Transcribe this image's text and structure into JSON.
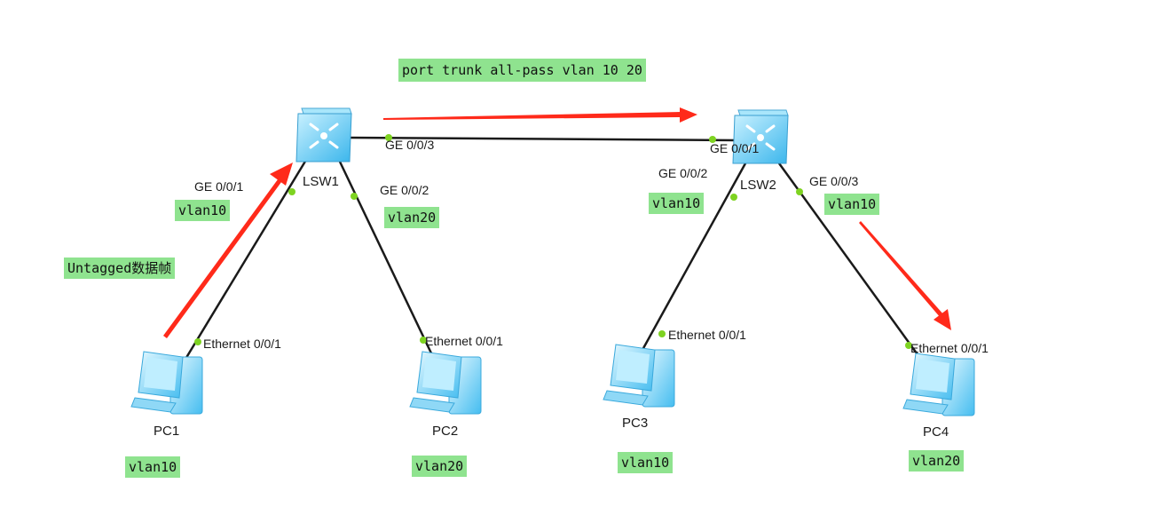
{
  "command_note": "port trunk all-pass vlan 10 20",
  "frame_note": "Untagged数据帧",
  "switches": [
    {
      "id": "sw1",
      "name": "LSW1"
    },
    {
      "id": "sw2",
      "name": "LSW2"
    }
  ],
  "pcs": [
    {
      "id": "pc1",
      "name": "PC1",
      "vlan": "vlan10"
    },
    {
      "id": "pc2",
      "name": "PC2",
      "vlan": "vlan20"
    },
    {
      "id": "pc3",
      "name": "PC3",
      "vlan": "vlan10"
    },
    {
      "id": "pc4",
      "name": "PC4",
      "vlan": "vlan20"
    }
  ],
  "ports": {
    "sw1_g1": "GE 0/0/1",
    "sw1_g2": "GE 0/0/2",
    "sw1_g3": "GE 0/0/3",
    "sw2_g1": "GE 0/0/1",
    "sw2_g2": "GE 0/0/2",
    "sw2_g3": "GE 0/0/3",
    "pc1_eth": "Ethernet 0/0/1",
    "pc2_eth": "Ethernet 0/0/1",
    "pc3_eth": "Ethernet 0/0/1",
    "pc4_eth": "Ethernet 0/0/1"
  },
  "port_vlans": {
    "sw1_g1": "vlan10",
    "sw1_g2": "vlan20",
    "sw2_g2": "vlan10",
    "sw2_g3": "vlan10"
  },
  "colors": {
    "tag_bg": "#8fe38f",
    "link": "#1a1a1a",
    "port_dot": "#7ed321",
    "arrow": "#ff2a1a",
    "device": "#5bc8f2"
  }
}
